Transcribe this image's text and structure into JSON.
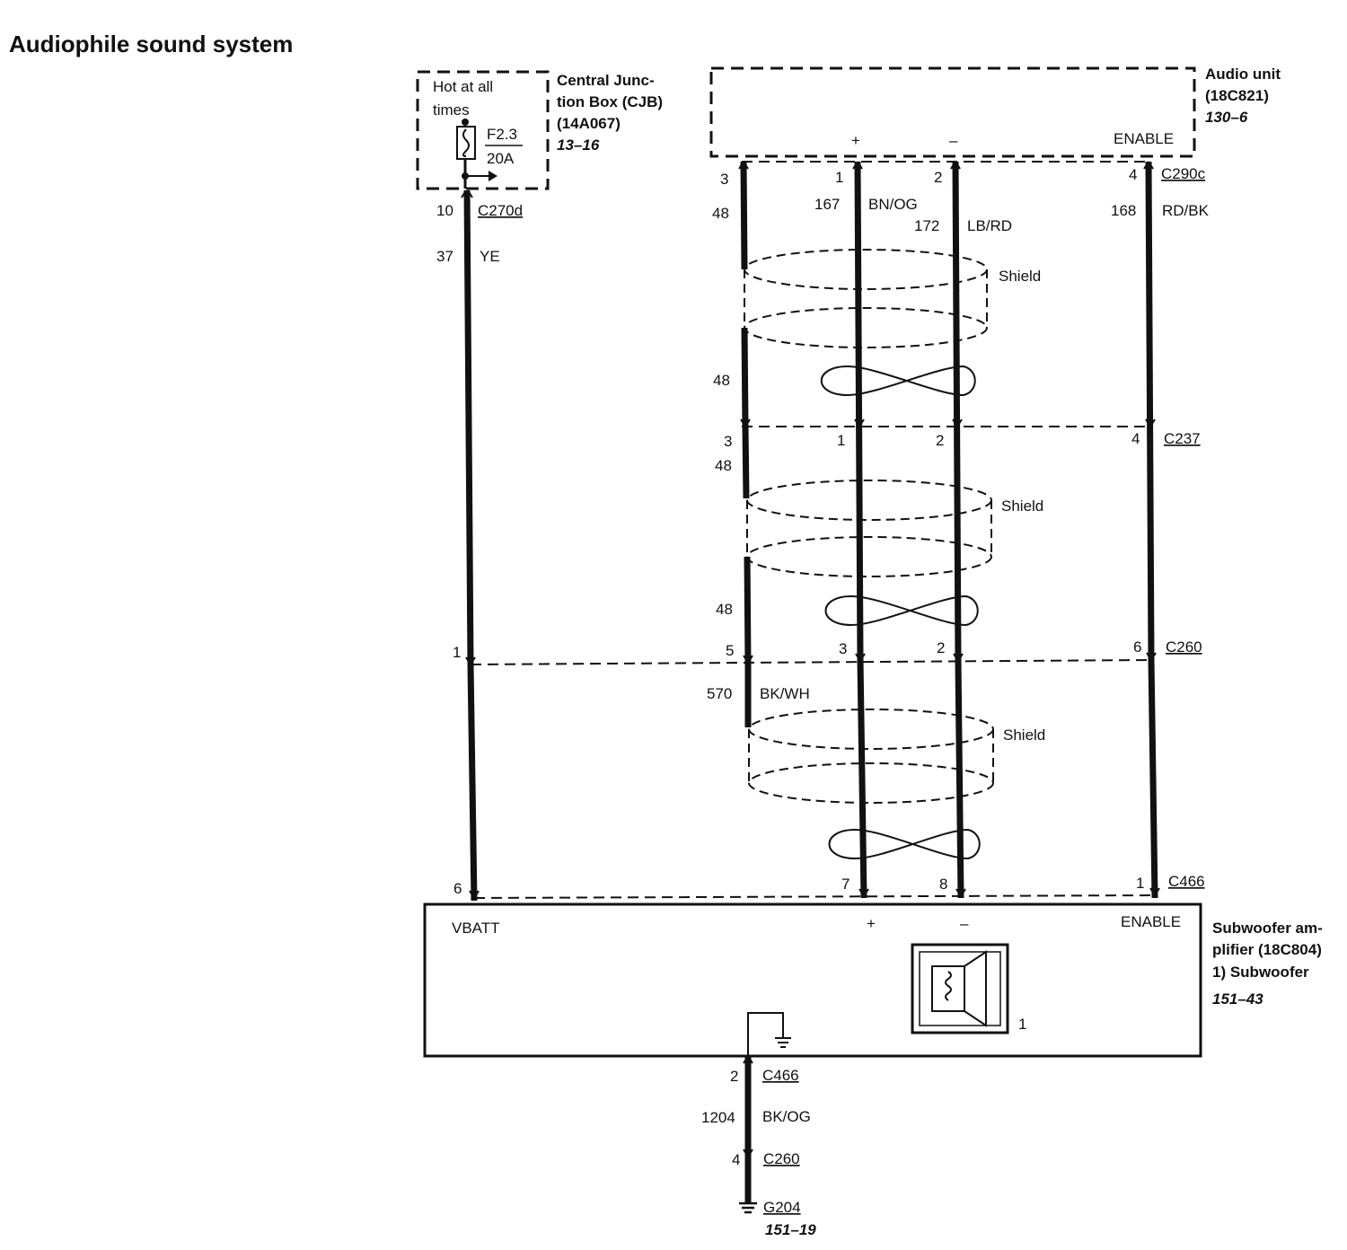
{
  "title": "Audiophile sound system",
  "cjb": {
    "hot_label_1": "Hot at all",
    "hot_label_2": "times",
    "fuse_id": "F2.3",
    "fuse_rating": "20A",
    "name_1": "Central Junc-",
    "name_2": "tion Box (CJB)",
    "part_no": "(14A067)",
    "page_ref": "13–16"
  },
  "audio_unit": {
    "name": "Audio unit",
    "part_no": "(18C821)",
    "page_ref": "130–6",
    "plus": "+",
    "minus": "–",
    "enable": "ENABLE"
  },
  "connectors": {
    "c270d": {
      "name": "C270d",
      "pin": "10"
    },
    "c290c": {
      "name": "C290c",
      "pins": [
        "3",
        "1",
        "2",
        "4"
      ]
    },
    "c237": {
      "name": "C237",
      "pins": [
        "3",
        "1",
        "2",
        "4"
      ]
    },
    "c260": {
      "name": "C260",
      "pins": [
        "1",
        "5",
        "3",
        "2",
        "6"
      ]
    },
    "c466": {
      "name": "C466",
      "pins": [
        "6",
        "7",
        "8",
        "1"
      ]
    },
    "c466_ground": {
      "name": "C466",
      "pin": "2"
    },
    "c260_ground": {
      "name": "C260",
      "pin": "4"
    }
  },
  "circuits": {
    "ye": {
      "num": "37",
      "color": "YE"
    },
    "shield_drain_1": "48",
    "shield_drain_2": "48",
    "shield_drain_3": "48",
    "shield_drain_4": "48",
    "plus": {
      "num": "167",
      "color": "BN/OG"
    },
    "minus": {
      "num": "172",
      "color": "LB/RD"
    },
    "enable": {
      "num": "168",
      "color": "RD/BK"
    },
    "drain_ground": {
      "num": "570",
      "color": "BK/WH"
    },
    "ground": {
      "num": "1204",
      "color": "BK/OG"
    }
  },
  "shield_label": "Shield",
  "amplifier": {
    "vbatt": "VBATT",
    "plus": "+",
    "minus": "–",
    "enable": "ENABLE",
    "name_1": "Subwoofer am-",
    "name_2": "plifier (18C804)",
    "item_1": "1)   Subwoofer",
    "page_ref": "151–43",
    "speaker_callout": "1"
  },
  "ground_point": {
    "name": "G204",
    "page_ref": "151–19"
  }
}
